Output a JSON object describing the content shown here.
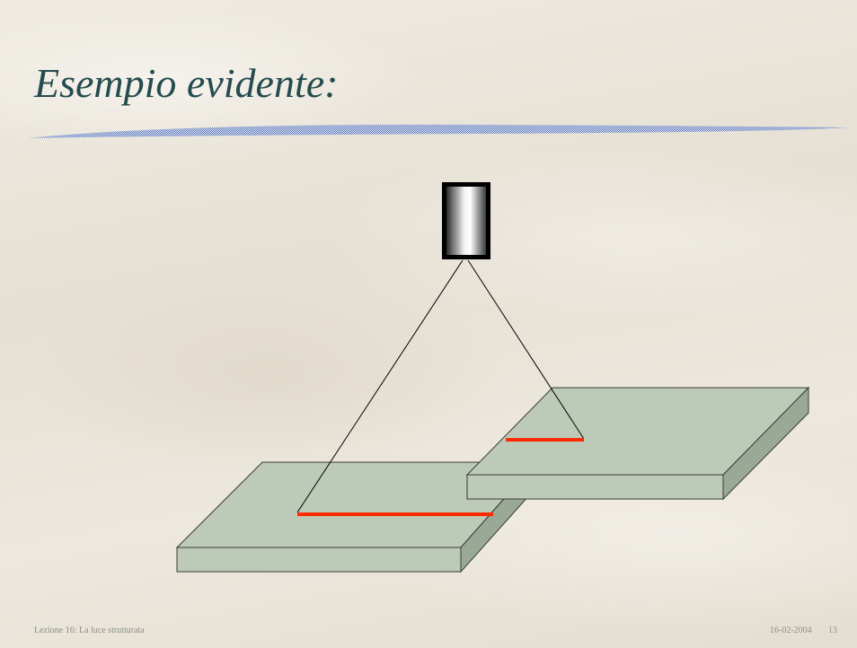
{
  "slide": {
    "title": "Esempio evidente:",
    "footer": {
      "lecture": "Lezione 16: La luce strutturata",
      "date": "16-02-2004",
      "page": "13"
    }
  },
  "colors": {
    "title": "#244b4e",
    "title_bar": "#3f5fae",
    "plate_top": "#bccab7",
    "plate_side": "#9aa996",
    "laser_line": "#ff2a00",
    "camera_outline": "#000000"
  },
  "icons": {
    "camera": "camera-icon"
  }
}
